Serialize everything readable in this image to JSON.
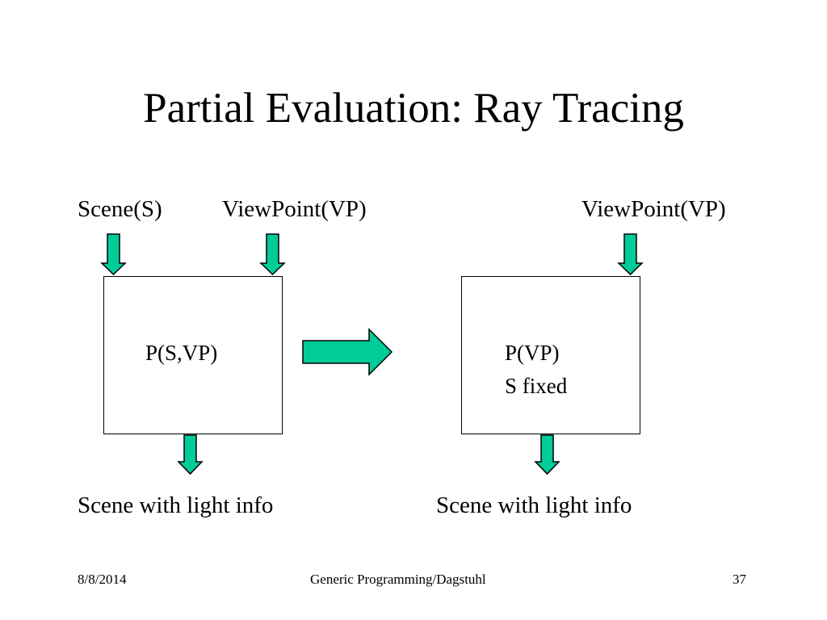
{
  "slide": {
    "title": "Partial Evaluation: Ray Tracing"
  },
  "left_diagram": {
    "input_scene": "Scene(S)",
    "input_viewpoint": "ViewPoint(VP)",
    "program_label": "P(S,VP)",
    "output": "Scene with light info"
  },
  "right_diagram": {
    "input_viewpoint": "ViewPoint(VP)",
    "program_label": "P(VP)",
    "program_note": "S fixed",
    "output": "Scene with light info"
  },
  "footer": {
    "date": "8/8/2014",
    "center": "Generic Programming/Dagstuhl",
    "page_number": "37"
  },
  "colors": {
    "arrow_fill": "#00CC99",
    "arrow_stroke": "#000000",
    "box_border": "#000000"
  }
}
